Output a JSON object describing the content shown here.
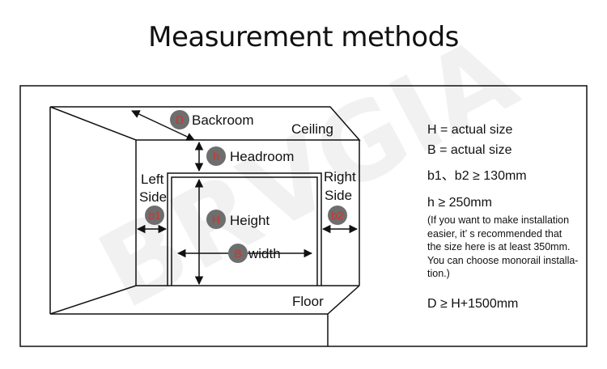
{
  "title": "Measurement methods",
  "watermark": "BRVGIA",
  "labels": {
    "backroom": "Backroom",
    "ceiling": "Ceiling",
    "headroom": "Headroom",
    "left_side_1": "Left",
    "left_side_2": "Side",
    "right_side_1": "Right",
    "right_side_2": "Side",
    "height": "Height",
    "width": "width",
    "floor": "Floor"
  },
  "badges": {
    "d": "D",
    "h": "h",
    "b1": "b1",
    "b2": "b2",
    "H": "H",
    "B": "B"
  },
  "info": {
    "line1": "H = actual size",
    "line2": "B = actual size",
    "line3": "b1、b2 ≥ 130mm",
    "line4": "h ≥ 250mm",
    "note": [
      "(If you want to make installation",
      "easier, it’ s recommended that",
      "the size here is at least 350mm.",
      "You can choose monorail installa-",
      "tion.)"
    ],
    "line5": "D ≥ H+1500mm"
  },
  "colors": {
    "badge_fill": "#6e6e6e",
    "badge_text": "#d3332b",
    "line": "#111111"
  }
}
